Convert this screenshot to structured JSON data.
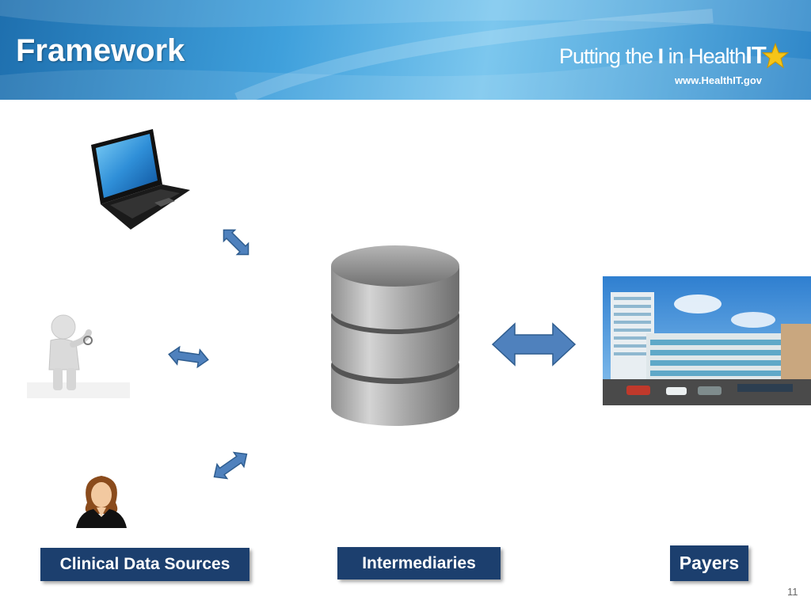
{
  "slide": {
    "title": "Framework",
    "page_number": "11"
  },
  "brand": {
    "tagline_part1": "Putting the ",
    "tagline_i": "I",
    "tagline_part2": " in Health",
    "tagline_it": "IT",
    "website": "www.HealthIT.gov"
  },
  "labels": {
    "clinical": "Clinical Data Sources",
    "intermediaries": "Intermediaries",
    "payers": "Payers"
  },
  "colors": {
    "label_box": "#1c3f6e",
    "arrow_fill": "#4f81bd",
    "arrow_stroke": "#2f5d8f",
    "header_blue": "#3fa0dc"
  },
  "icons": [
    "laptop-icon",
    "doctor-figure-icon",
    "woman-avatar-icon",
    "database-icon",
    "hospital-building-image",
    "star-icon"
  ]
}
